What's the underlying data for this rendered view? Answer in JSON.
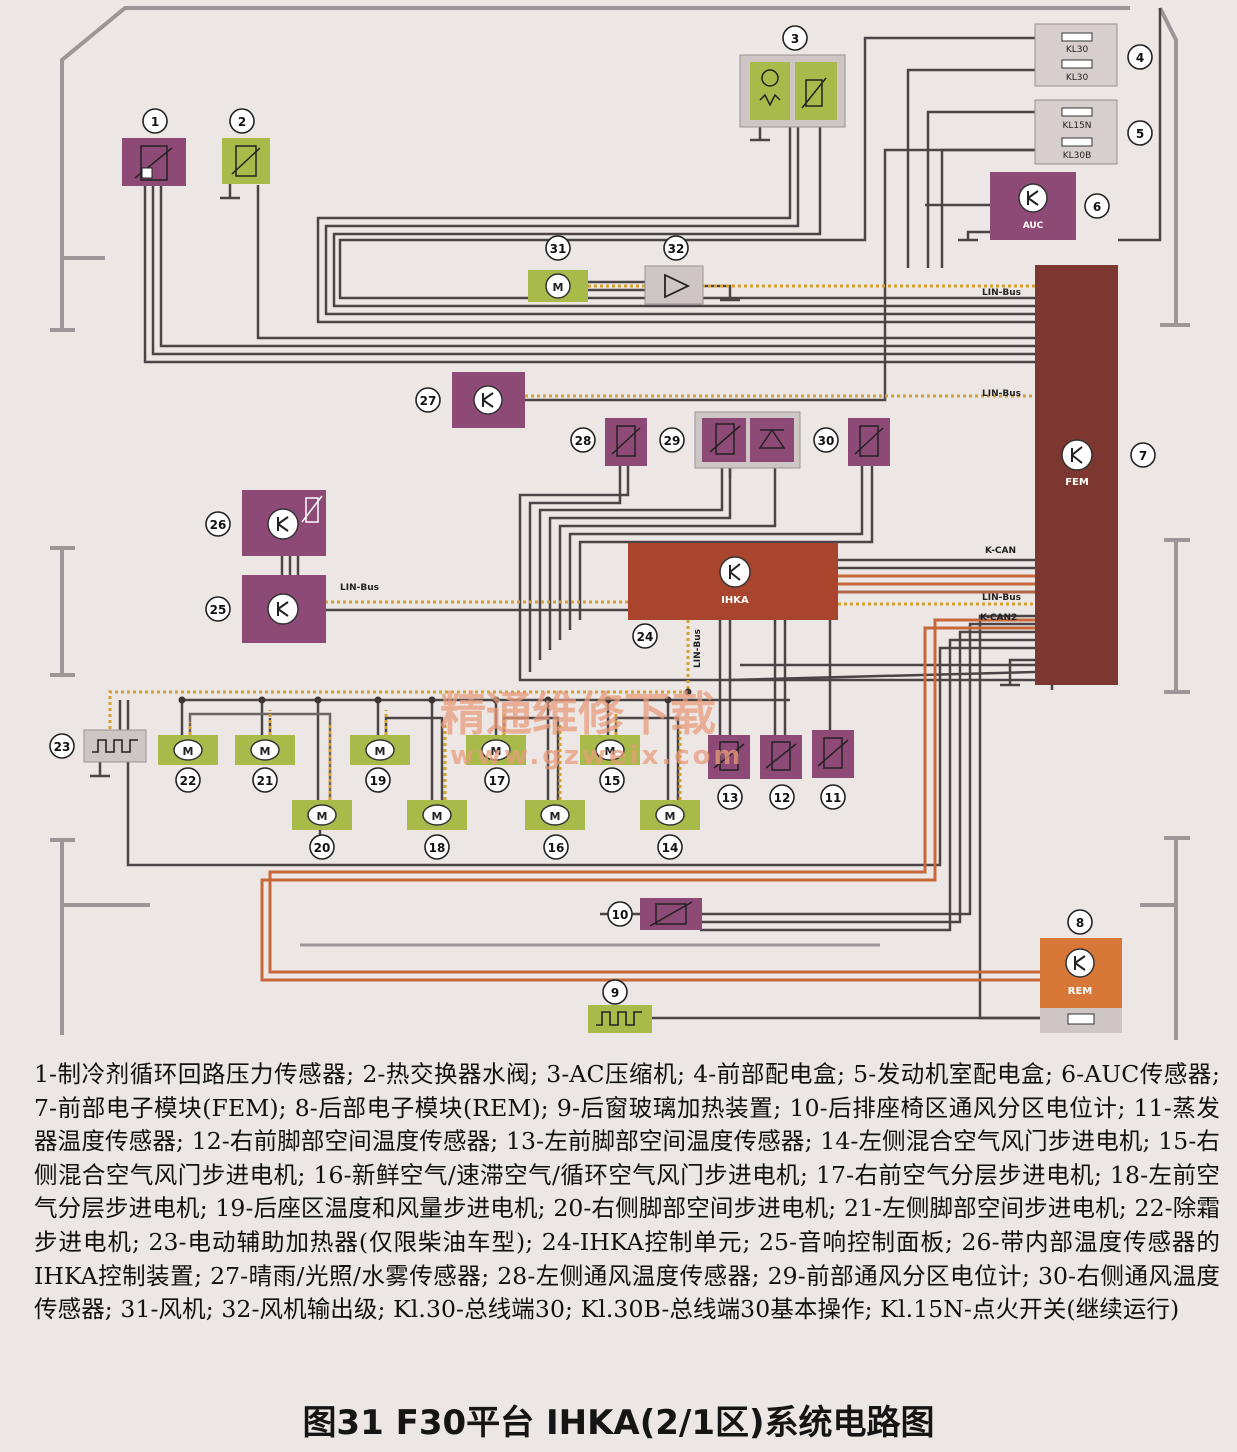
{
  "boxes": {
    "kl30_a": "KL30",
    "kl30_b": "KL30",
    "kl15n": "KL15N",
    "kl30b": "KL30B",
    "auc": "AUC",
    "fem": "FEM",
    "ihka": "IHKA",
    "rem": "REM"
  },
  "bus_labels": {
    "lin1": "LIN-Bus",
    "lin2": "LIN-Bus",
    "lin3": "LIN-Bus",
    "lin4": "LIN-Bus",
    "lin5": "LIN-Bus",
    "kcan": "K-CAN",
    "kcan2": "K-CAN2"
  },
  "numbers": {
    "n1": "1",
    "n2": "2",
    "n3": "3",
    "n4": "4",
    "n5": "5",
    "n6": "6",
    "n7": "7",
    "n8": "8",
    "n9": "9",
    "n10": "10",
    "n11": "11",
    "n12": "12",
    "n13": "13",
    "n14": "14",
    "n15": "15",
    "n16": "16",
    "n17": "17",
    "n18": "18",
    "n19": "19",
    "n20": "20",
    "n21": "21",
    "n22": "22",
    "n23": "23",
    "n24": "24",
    "n25": "25",
    "n26": "26",
    "n27": "27",
    "n28": "28",
    "n29": "29",
    "n30": "30",
    "n31": "31",
    "n32": "32"
  },
  "motor_label": "M",
  "watermark": {
    "line1": "精通维修下载",
    "line2": "www.gzweix.com"
  },
  "legend": {
    "items": [
      "1-制冷剂循环回路压力传感器;",
      "2-热交换器水阀;",
      "3-AC压缩机;",
      "4-前部配电盒;",
      "5-发动机室配电盒;",
      "6-AUC传感器;",
      "7-前部电子模块(FEM);",
      "8-后部电子模块(REM);",
      "9-后窗玻璃加热装置;",
      "10-后排座椅区通风分区电位计;",
      "11-蒸发器温度传感器;",
      "12-右前脚部空间温度传感器;",
      "13-左前脚部空间温度传感器;",
      "14-左侧混合空气风门步进电机;",
      "15-右侧混合空气风门步进电机;",
      "16-新鲜空气/速滞空气/循环空气风门步进电机;",
      "17-右前空气分层步进电机;",
      "18-左前空气分层步进电机;",
      "19-后座区温度和风量步进电机;",
      "20-右侧脚部空间步进电机;",
      "21-左侧脚部空间步进电机;",
      "22-除霜步进电机;",
      "23-电动辅助加热器(仅限柴油车型);",
      "24-IHKA控制单元;",
      "25-音响控制面板;",
      "26-带内部温度传感器的IHKA控制装置;",
      "27-晴雨/光照/水雾传感器;",
      "28-左侧通风温度传感器;",
      "29-前部通风分区电位计;",
      "30-右侧通风温度传感器;",
      "31-风机;",
      "32-风机输出级;",
      "Kl.30-总线端30;",
      "Kl.30B-总线端30基本操作;",
      "Kl.15N-点火开关(继续运行)"
    ]
  },
  "caption": "图31 F30平台 IHKA(2/1区)系统电路图",
  "colors": {
    "purple": "#8e4a76",
    "green": "#a8ba4a",
    "gray_box": "#cdc6c4",
    "fem": "#7c3830",
    "ihka": "#a8452c",
    "rem": "#d87838",
    "lin": "#d4a030",
    "can": "#c8683a"
  }
}
